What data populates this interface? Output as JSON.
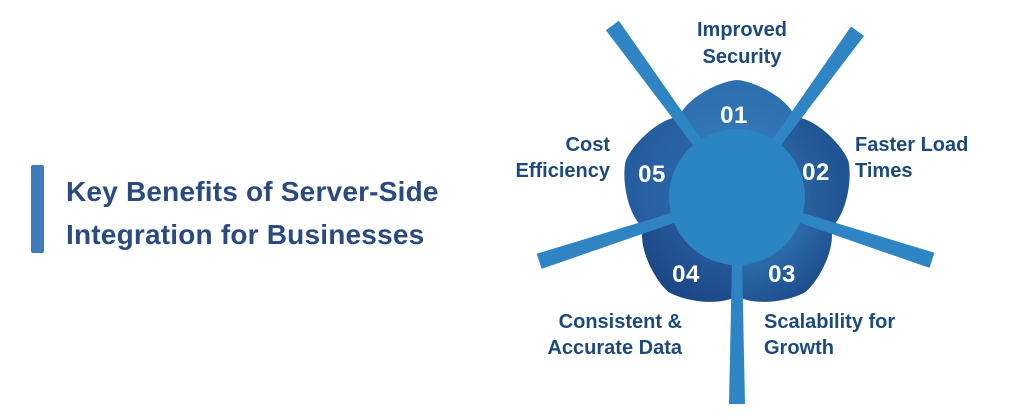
{
  "page": {
    "background": "#FFFFFF"
  },
  "header": {
    "title_line1": "Key Benefits of Server-Side",
    "title_line2": "Integration for Businesses",
    "title_color": "#2B4B80",
    "accent_bar_color": "#3E7DBA"
  },
  "diagram": {
    "type": "radial-benefits-flower",
    "center_circle_color": "#2B85C2",
    "ray_color": "#2F85C4",
    "number_color": "#FFFFFF",
    "label_color": "#1D4A7C",
    "benefits": [
      {
        "number": "01",
        "label_line1": "Improved",
        "label_line2": "Security",
        "petal_inner": "#3377B5",
        "petal_rim": "#2C6EAE"
      },
      {
        "number": "02",
        "label_line1": "Faster Load",
        "label_line2": "Times",
        "petal_inner": "#2B629F",
        "petal_rim": "#1F5292"
      },
      {
        "number": "03",
        "label_line1": "Scalability for",
        "label_line2": "Growth",
        "petal_inner": "#2E6DAC",
        "petal_rim": "#1E4F8E"
      },
      {
        "number": "04",
        "label_line1": "Consistent &",
        "label_line2": "Accurate Data",
        "petal_inner": "#27589A",
        "petal_rim": "#1C4787"
      },
      {
        "number": "05",
        "label_line1": "Cost",
        "label_line2": "Efficiency",
        "petal_inner": "#2B65A5",
        "petal_rim": "#255C9D"
      }
    ]
  }
}
